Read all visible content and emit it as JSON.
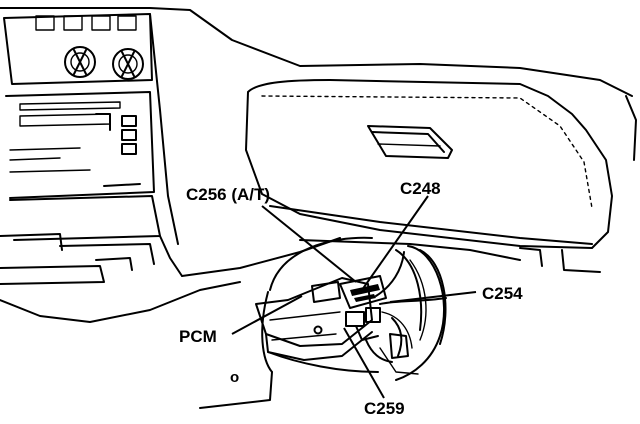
{
  "labels": {
    "c256": "C256 (A/T)",
    "c248": "C248",
    "c254": "C254",
    "pcm": "PCM",
    "c259": "C259",
    "small_o": "o"
  }
}
